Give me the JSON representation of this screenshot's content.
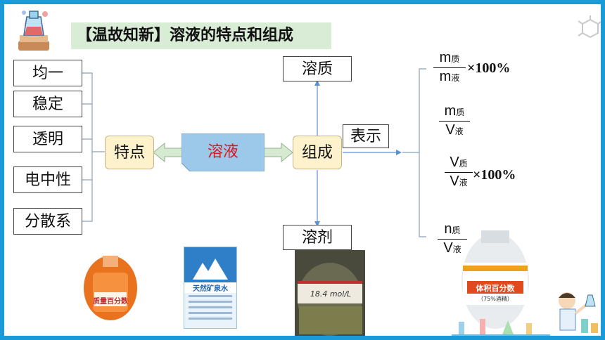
{
  "title": "【温故知新】溶液的特点和组成",
  "properties": [
    "均一",
    "稳定",
    "透明",
    "电中性",
    "分散系"
  ],
  "center": "溶液",
  "features": "特点",
  "composition": "组成",
  "solute": "溶质",
  "solvent": "溶剂",
  "express": "表示",
  "formulas": [
    {
      "num": "m",
      "num_sub": "质",
      "den": "m",
      "den_sub": "液",
      "suffix": "×100%"
    },
    {
      "num": "m",
      "num_sub": "质",
      "den": "V",
      "den_sub": "液",
      "suffix": ""
    },
    {
      "num": "V",
      "num_sub": "质",
      "den": "V",
      "den_sub": "液",
      "suffix": "×100%"
    },
    {
      "num": "n",
      "num_sub": "质",
      "den": "V",
      "den_sub": "液",
      "suffix": ""
    }
  ],
  "photos": {
    "mass_percent": "质量百分数",
    "mineral_water": "天然矿泉水",
    "bottle_label": "18.4 mol/L",
    "alcohol_label": "体积百分数",
    "alcohol_sub": "（75%酒精）"
  },
  "colors": {
    "frame": "#1a9ad6",
    "title_bg": "#d9ecd6",
    "center_bg": "#9cc8ea",
    "center_text": "#e0141c",
    "feature_bg": "#fdf2cc",
    "arrow_fill": "#d6ead2"
  }
}
